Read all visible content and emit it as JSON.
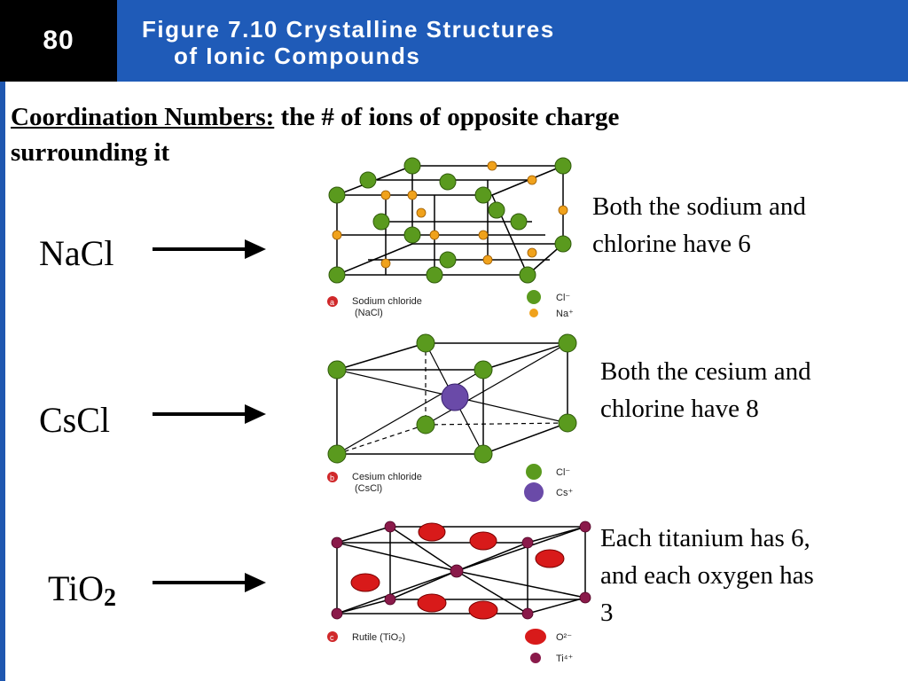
{
  "header": {
    "slide_number": "80",
    "title_line1": "Figure 7.10 Crystalline Structures",
    "title_line2": "of Ionic Compounds"
  },
  "definition": {
    "term": "Coordination Numbers:",
    "text_line1": " the # of ions of opposite charge",
    "text_line2": "surrounding it"
  },
  "rows": [
    {
      "formula": "NaCl",
      "description_lines": [
        "Both the sodium and",
        "chlorine have 6"
      ],
      "caption_letter": "a",
      "caption_line1": "Sodium chloride",
      "caption_line2": "(NaCl)",
      "legend": [
        {
          "label": "Cl⁻",
          "color": "#5a9a1e"
        },
        {
          "label": "Na⁺",
          "color": "#f0a21c"
        }
      ]
    },
    {
      "formula": "CsCl",
      "description_lines": [
        "Both the cesium and",
        "chlorine have 8"
      ],
      "caption_letter": "b",
      "caption_line1": "Cesium chloride",
      "caption_line2": "(CsCl)",
      "legend": [
        {
          "label": "Cl⁻",
          "color": "#5a9a1e"
        },
        {
          "label": "Cs⁺",
          "color": "#6a4aa8"
        }
      ]
    },
    {
      "formula_main": "TiO",
      "formula_sub": "2",
      "description_lines": [
        "Each titanium has 6,",
        "and each oxygen has",
        "3"
      ],
      "caption_letter": "c",
      "caption_line1": "Rutile (TiO₂)",
      "legend": [
        {
          "label": "O²⁻",
          "color": "#d81a1a"
        },
        {
          "label": "Ti⁴⁺",
          "color": "#8a1a4a"
        }
      ]
    }
  ]
}
